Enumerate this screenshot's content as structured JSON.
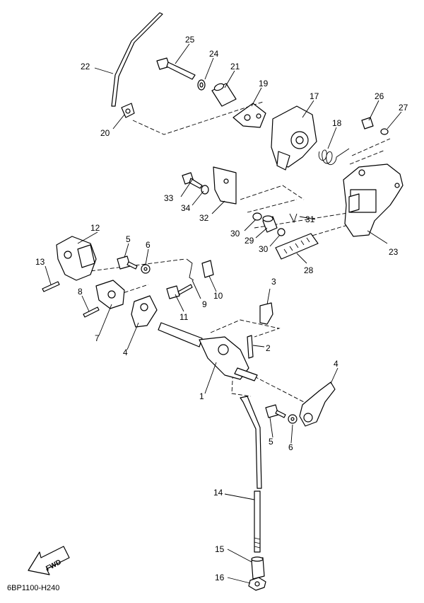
{
  "diagram_code": "6BP1100-H240",
  "fwd_label": "FWD",
  "callouts": [
    "1",
    "2",
    "3",
    "4",
    "4",
    "5",
    "5",
    "6",
    "6",
    "7",
    "8",
    "9",
    "10",
    "11",
    "12",
    "13",
    "14",
    "15",
    "16",
    "17",
    "18",
    "19",
    "20",
    "21",
    "22",
    "23",
    "24",
    "25",
    "26",
    "27",
    "28",
    "29",
    "30",
    "30",
    "31",
    "32",
    "33",
    "34"
  ]
}
